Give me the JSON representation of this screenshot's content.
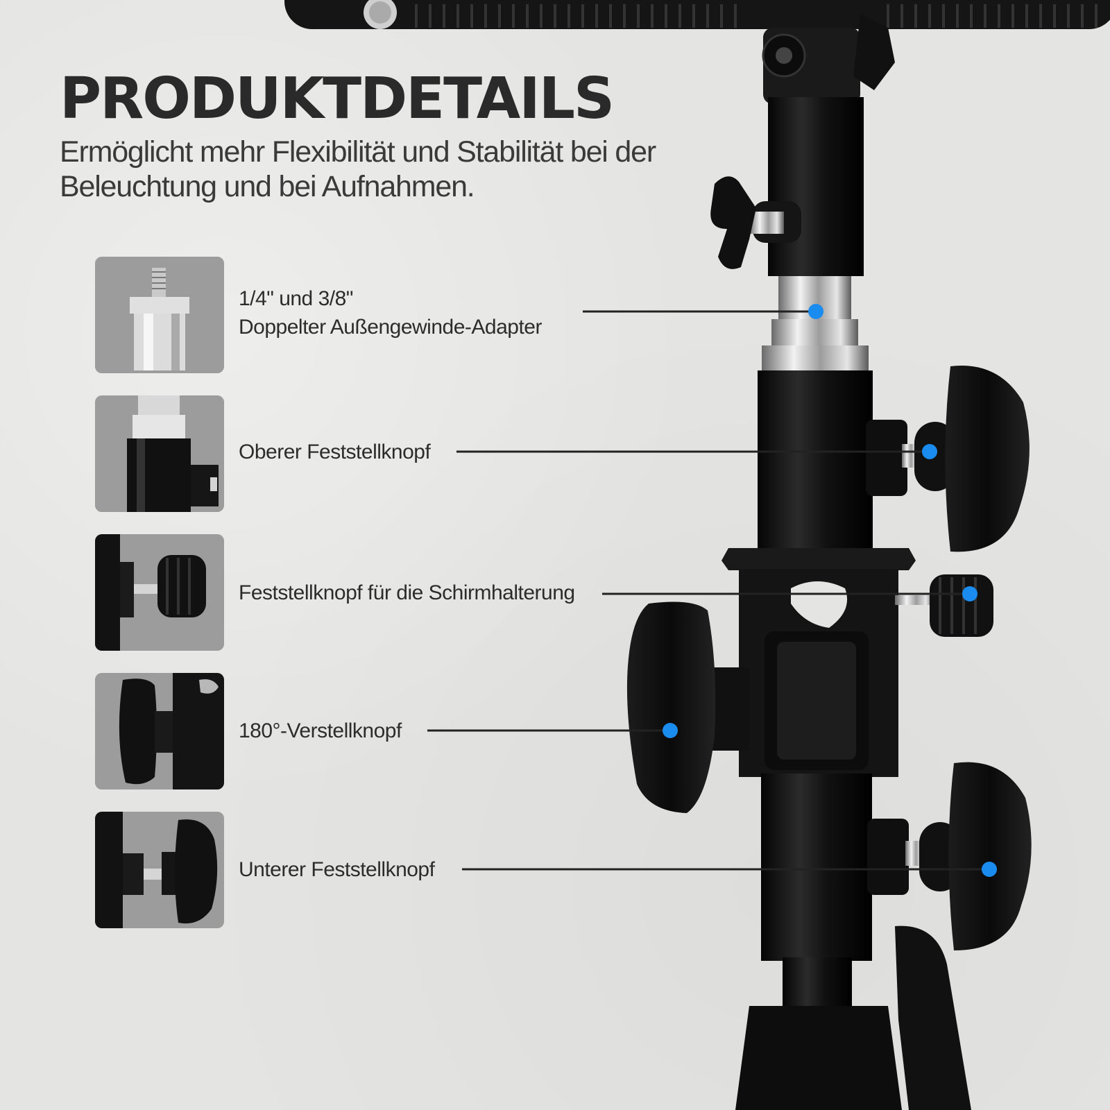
{
  "header": {
    "title": "PRODUKTDETAILS",
    "subtitle": "Ermöglicht mehr Flexibilität und Stabilität bei der Beleuchtung und bei Aufnahmen."
  },
  "features": [
    {
      "line1": "1/4\" und 3/8\"",
      "line2": "Doppelter Außengewinde-Adapter"
    },
    {
      "line1": "Oberer Feststellknopf"
    },
    {
      "line1": "Feststellknopf für die Schirmhalterung"
    },
    {
      "line1": "180°-Verstellknopf"
    },
    {
      "line1": "Unterer Feststellknopf"
    }
  ],
  "colors": {
    "accent": "#1a8cf0",
    "metal": "#151515",
    "line": "#222222"
  }
}
